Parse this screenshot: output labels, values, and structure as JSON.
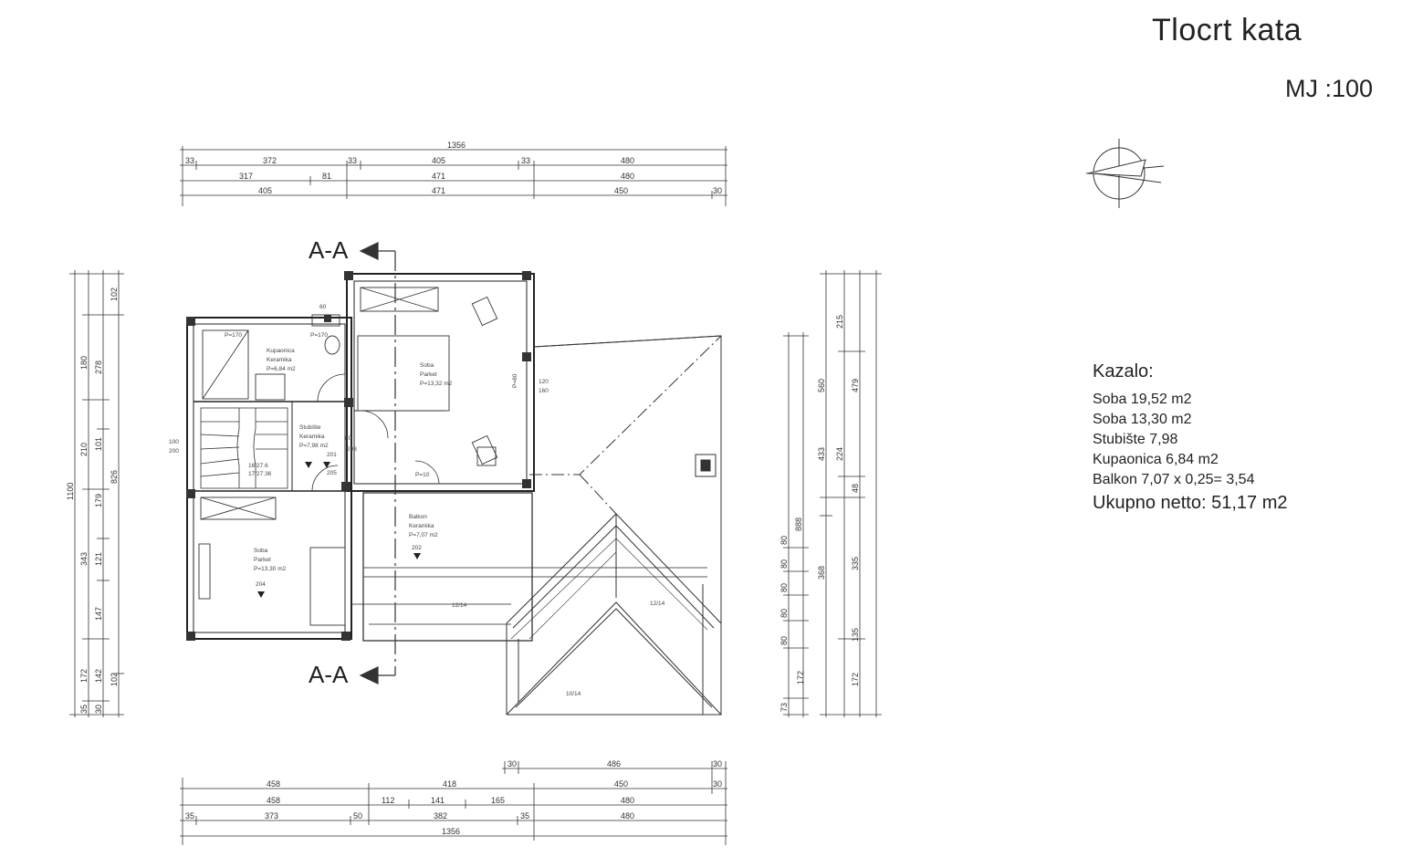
{
  "title": "Tlocrt kata",
  "scale": "MJ :100",
  "legend": {
    "heading": "Kazalo:",
    "items": [
      "Soba 19,52 m2",
      "Soba 13,30 m2",
      "Stubište 7,98",
      "Kupaonica 6,84 m2",
      "Balkon 7,07 x 0,25= 3,54"
    ],
    "total": "Ukupno netto: 51,17 m2"
  },
  "section_marks": {
    "top": "A-A",
    "bottom": "A-A"
  },
  "dims": {
    "top": [
      [
        "1356"
      ],
      [
        "33",
        "372",
        "33",
        "405",
        "33",
        "480"
      ],
      [
        "317",
        "81",
        "471",
        "480"
      ],
      [
        "405",
        "471",
        "450",
        "30"
      ]
    ],
    "bottom": [
      [
        "30",
        "486",
        "30"
      ],
      [
        "458",
        "418",
        "450",
        "30"
      ],
      [
        "458",
        "112",
        "141",
        "165",
        "480"
      ],
      [
        "35",
        "373",
        "50",
        "382",
        "35",
        "480"
      ],
      [
        "1356"
      ]
    ],
    "left": [
      [
        "1100"
      ],
      [
        "180",
        "210",
        "343",
        "172",
        "35"
      ],
      [
        "278",
        "101",
        "179",
        "121",
        "147",
        "142",
        "30"
      ],
      [
        "102",
        "826",
        "102"
      ]
    ],
    "right": [
      [
        "215",
        "479",
        "224",
        "48",
        "335",
        "135",
        "172"
      ],
      [
        "560",
        "433",
        "368"
      ],
      [
        "888"
      ],
      [
        "80",
        "80",
        "80",
        "80",
        "80",
        "172",
        "73"
      ]
    ]
  },
  "rooms": [
    {
      "name": "Kupaonica",
      "floor": "Keramika",
      "area": "P=6,84 m2"
    },
    {
      "name": "Soba",
      "floor": "Parket",
      "area": "P=13,32 m2"
    },
    {
      "name": "Stubište",
      "floor": "Keramika",
      "area": "P=7,98 m2"
    },
    {
      "name": "Balkon",
      "floor": "Keramika",
      "area": "P=7,07 m2"
    },
    {
      "name": "Soba",
      "floor": "Parket",
      "area": "P=13,30 m2"
    }
  ],
  "room_codes": [
    "204",
    "201",
    "202",
    "203"
  ],
  "labels": {
    "roof_slope_1": "12/14",
    "roof_slope_2": "12/14",
    "roof_slope_3": "10/14",
    "window_1": "P=170",
    "window_2": "P=170",
    "window_3": "P=80",
    "window_4": "P=10",
    "opening_1": "60",
    "opening_2": "100",
    "opening_3": "80",
    "opening_4": "120",
    "opening_5": "160",
    "opening_6": "200",
    "opening_7": "205",
    "opening_8": "16/27.6",
    "opening_9": "17/27.36"
  }
}
